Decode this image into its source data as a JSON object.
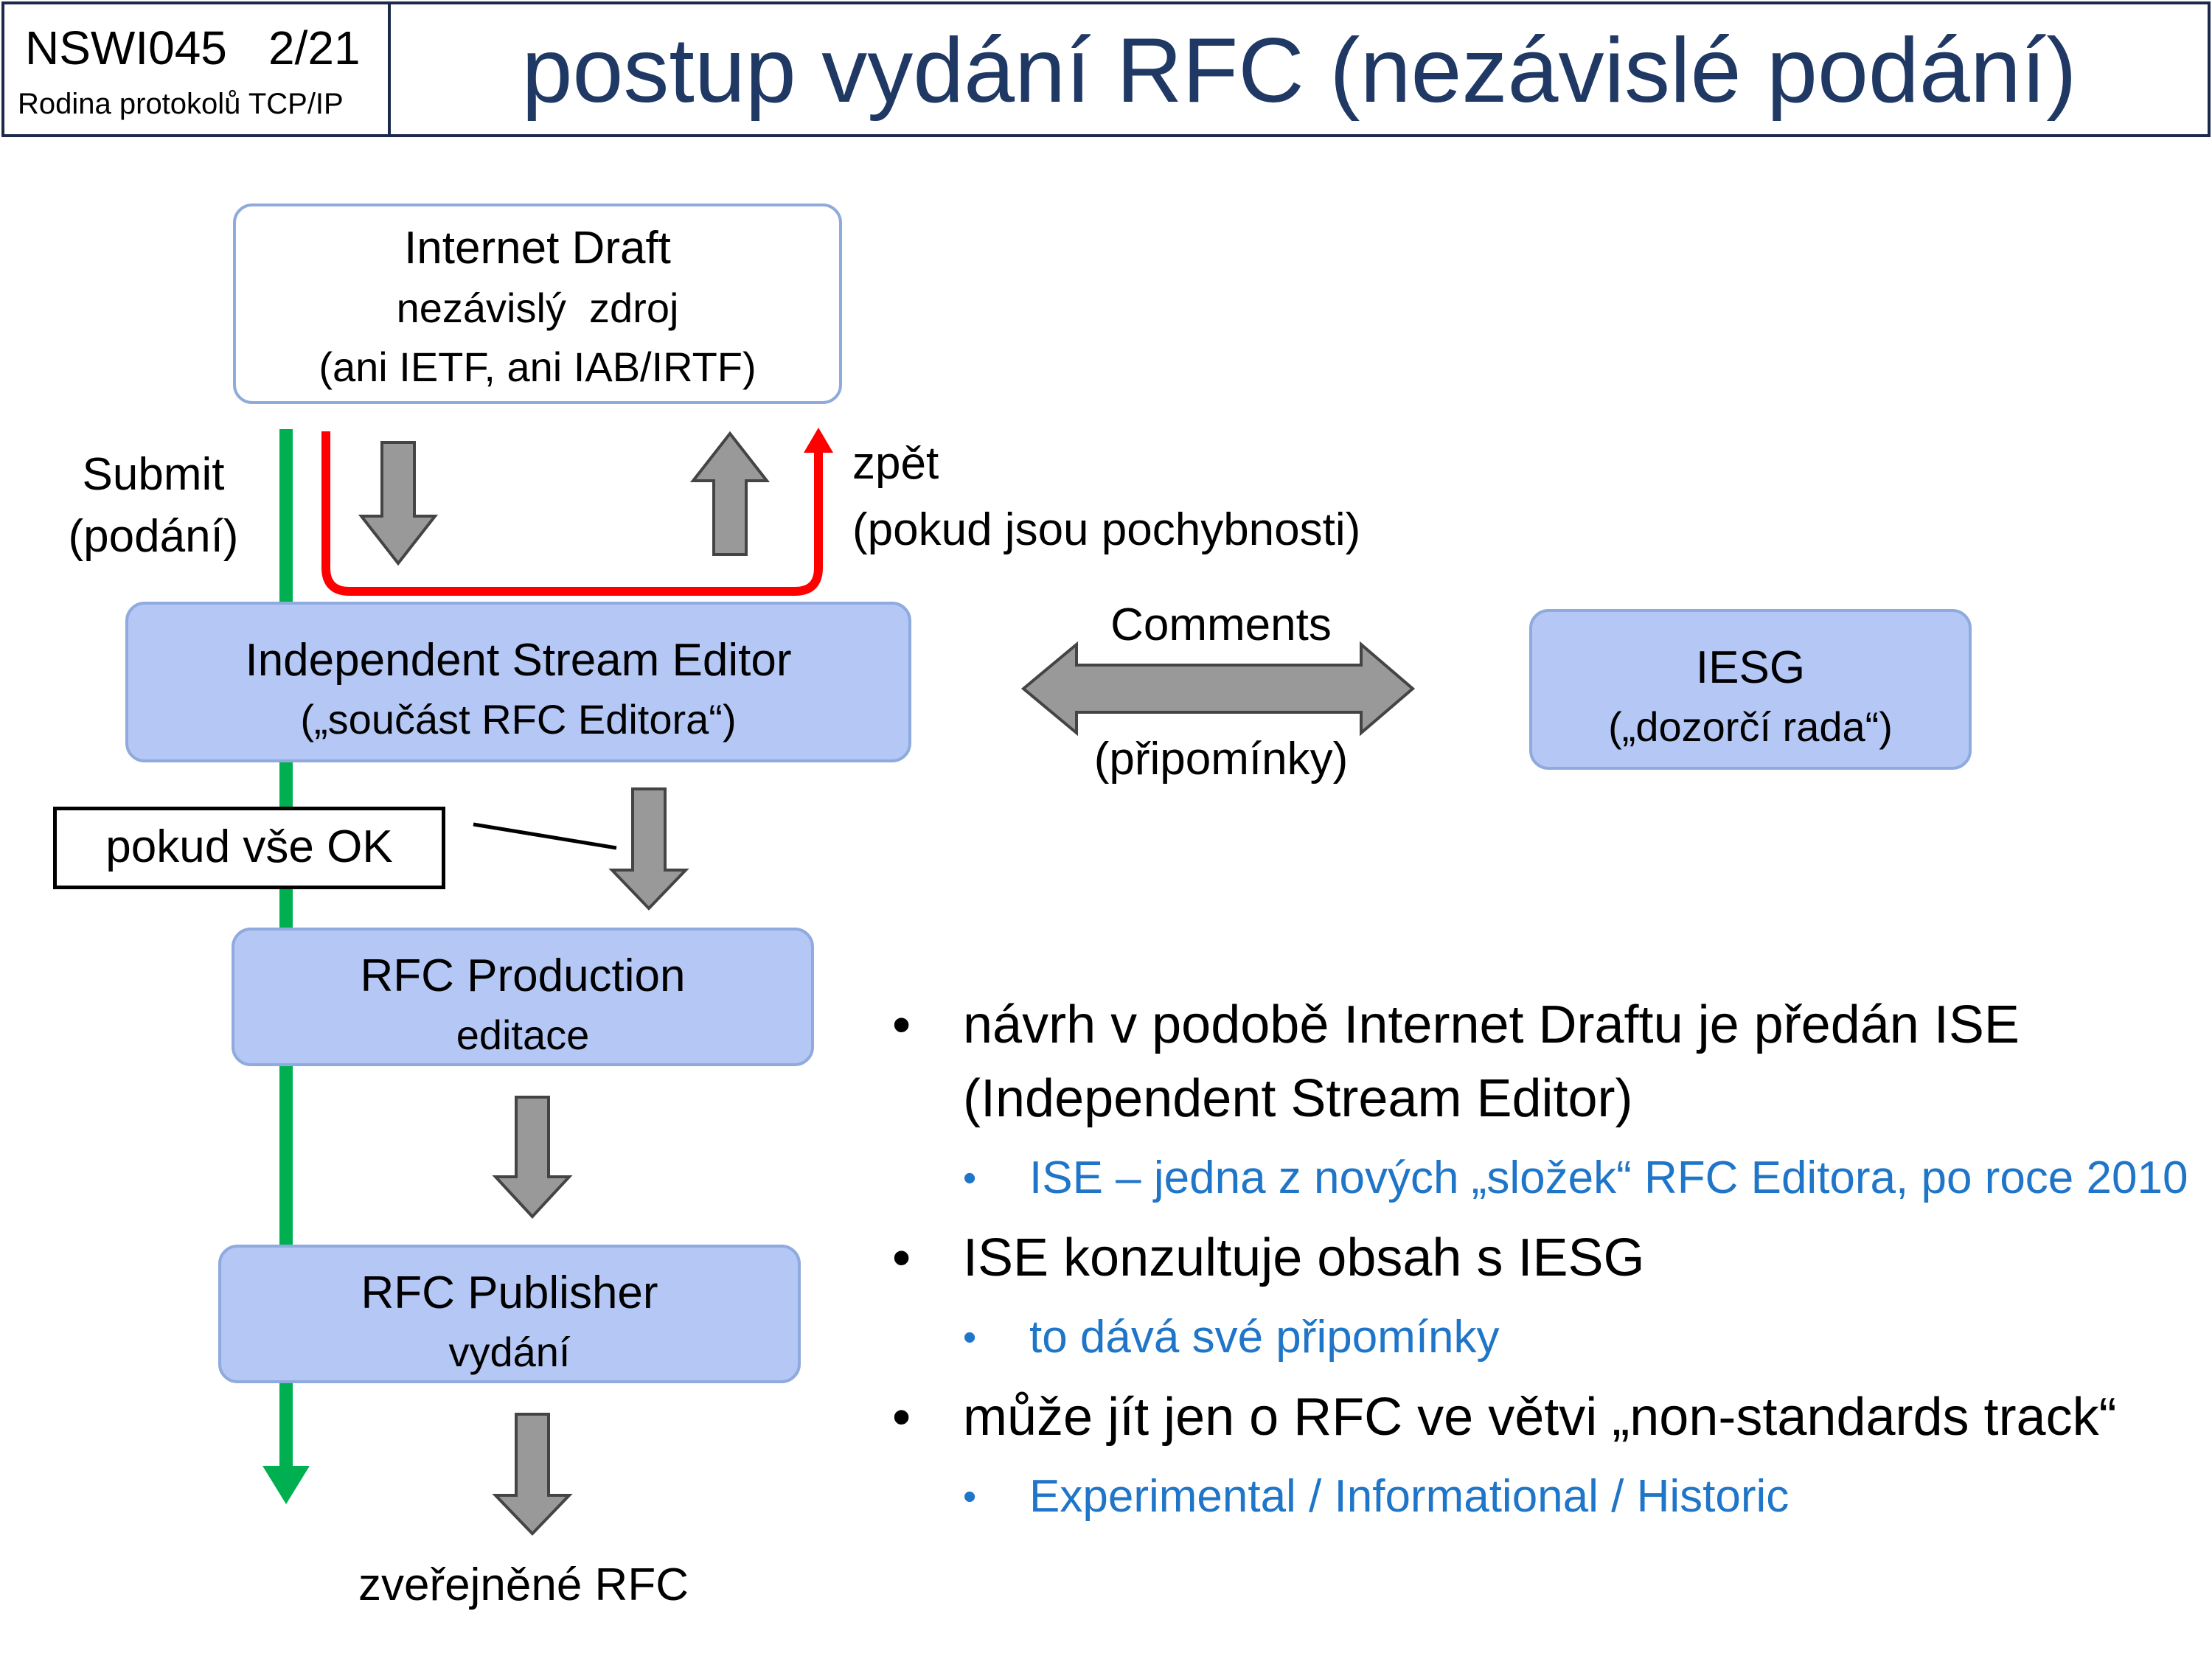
{
  "header": {
    "course": "NSWI045",
    "page": "2/21",
    "subject": "Rodina protokolů TCP/IP",
    "title": "postup vydání RFC (nezávislé podání)"
  },
  "diagram": {
    "internet_draft": {
      "title": "Internet Draft",
      "line2": "nezávislý  zdroj",
      "line3": "(ani IETF, ani IAB/IRTF)"
    },
    "submit": {
      "line1": "Submit",
      "line2": "(podání)"
    },
    "back": {
      "line1": "zpět",
      "line2": "(pokud jsou pochybnosti)"
    },
    "ise": {
      "title": "Independent Stream Editor",
      "subtitle": "(„součást RFC Editora“)"
    },
    "comments": {
      "top": "Comments",
      "bottom": "(připomínky)"
    },
    "iesg": {
      "title": "IESG",
      "subtitle": "(„dozorčí rada“)"
    },
    "ok_label": "pokud vše OK",
    "production": {
      "title": "RFC Production",
      "subtitle": "editace"
    },
    "publisher": {
      "title": "RFC Publisher",
      "subtitle": "vydání"
    },
    "published": "zveřejněné RFC"
  },
  "bullets": [
    {
      "level": 1,
      "text": "návrh v podobě Internet Draftu je předán ISE (Independent Stream Editor)"
    },
    {
      "level": 2,
      "text": "ISE – jedna z nových „složek“ RFC Editora, po roce 2010"
    },
    {
      "level": 1,
      "text": "ISE konzultuje obsah s IESG"
    },
    {
      "level": 2,
      "text": "to dává své připomínky"
    },
    {
      "level": 1,
      "text": "může jít jen o RFC ve větvi „non-standards track“"
    },
    {
      "level": 2,
      "text": "Experimental / Informational / Historic"
    }
  ],
  "colors": {
    "title": "#1f3864",
    "box_fill": "#b4c7f5",
    "box_border": "#8faadc",
    "flow_line": "#00b050",
    "back_line": "#ff0000",
    "arrow_fill": "#999999",
    "sub_bullet": "#1f75c8"
  }
}
